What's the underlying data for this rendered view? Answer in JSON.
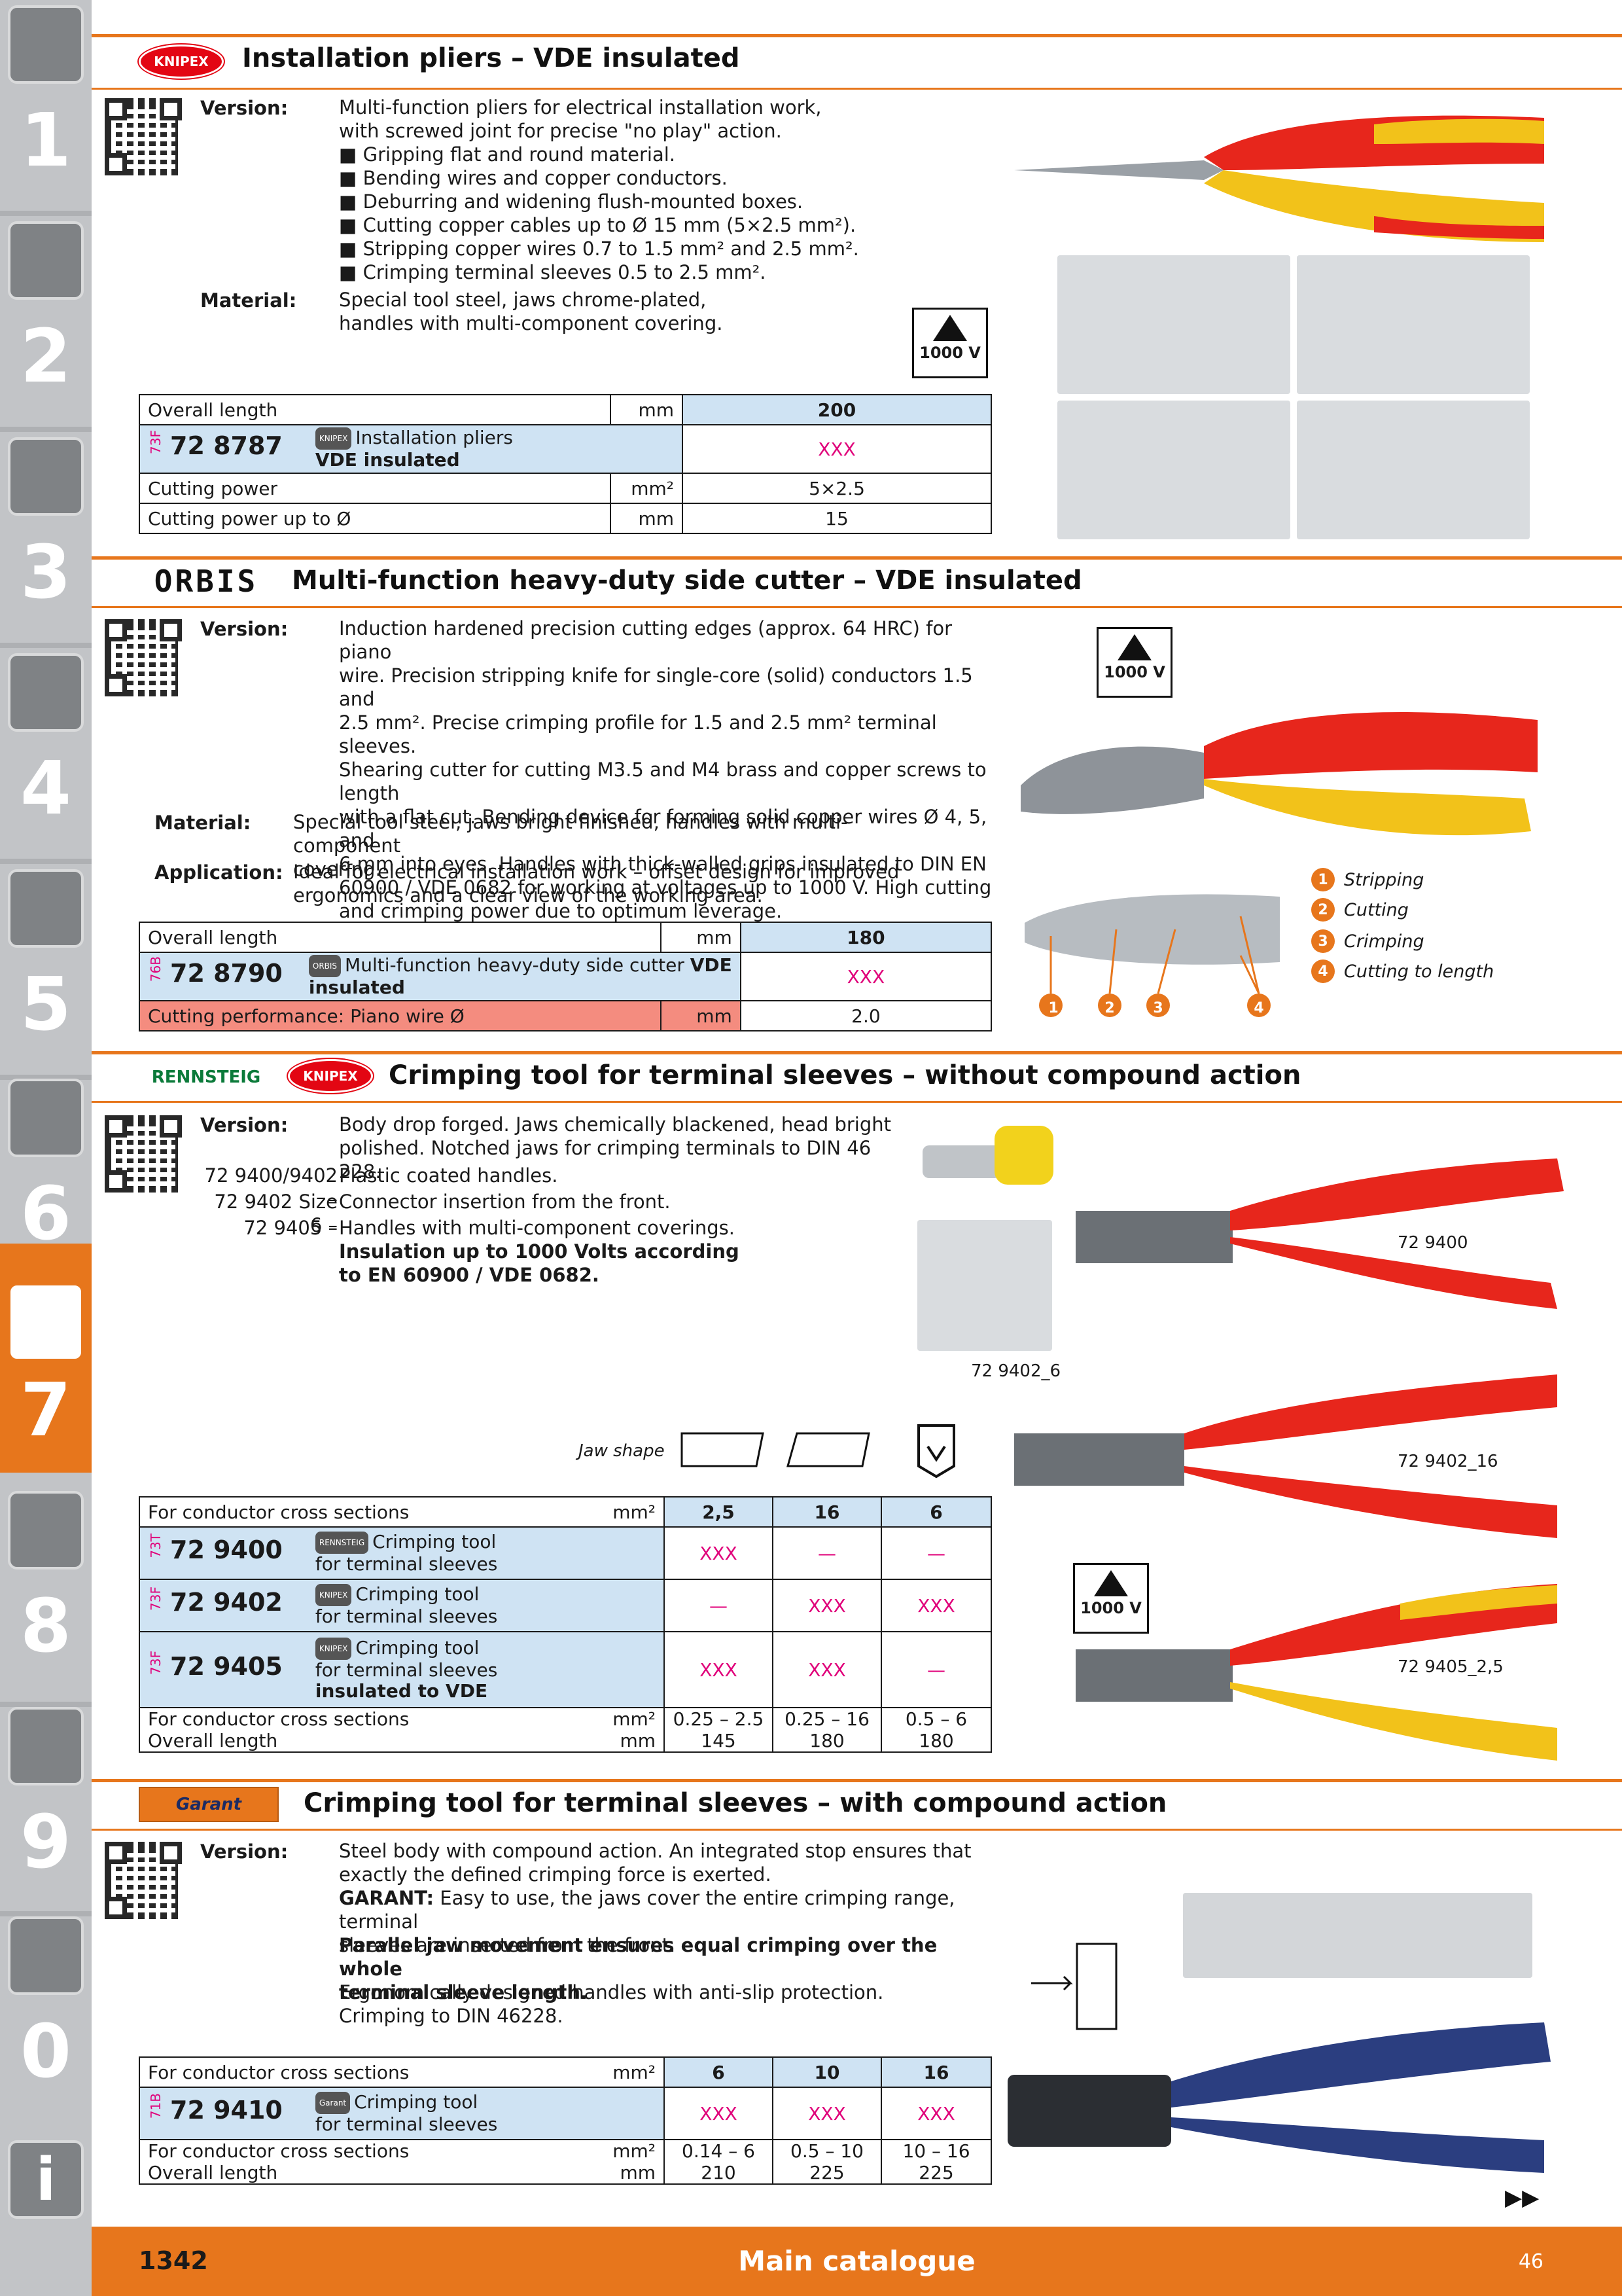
{
  "sidebar": {
    "tabs": [
      "1",
      "2",
      "3",
      "4",
      "5",
      "6",
      "7",
      "8",
      "9",
      "0",
      "i"
    ],
    "active": "7"
  },
  "sections": {
    "s1": {
      "brand": "KNIPEX",
      "title": "Installation pliers – VDE insulated",
      "version_label": "Version:",
      "version_text": "Multi-function pliers for electrical installation work,\nwith screwed joint for precise \"no play\" action.\n■ Gripping flat and round material.\n■ Bending wires and copper conductors.\n■ Deburring and widening flush-mounted boxes.\n■ Cutting copper cables up to Ø 15 mm (5×2.5 mm²).\n■ Stripping copper wires 0.7 to 1.5 mm² and 2.5 mm².\n■ Crimping terminal sleeves 0.5 to 2.5 mm².",
      "material_label": "Material:",
      "material_text": "Special tool steel, jaws chrome-plated,\nhandles with multi-component covering.",
      "vde_badge": "1000 V",
      "table": {
        "overall_length": "Overall length",
        "unit_mm": "mm",
        "length_val": "200",
        "prefix": "73F",
        "article": "72 8787",
        "brand_mini": "KNIPEX",
        "desc1": "Installation pliers",
        "desc2": "VDE insulated",
        "price": "XXX",
        "row3_label": "Cutting power",
        "row3_unit": "mm²",
        "row3_val": "5×2.5",
        "row4_label": "Cutting power up to Ø",
        "row4_unit": "mm",
        "row4_val": "15"
      }
    },
    "s2": {
      "brand": "ORBIS",
      "title": "Multi-function heavy-duty side cutter – VDE insulated",
      "version_label": "Version:",
      "version_text": "Induction hardened precision cutting edges (approx. 64 HRC) for piano\nwire. Precision stripping knife for single-core (solid) conductors 1.5 and\n2.5 mm². Precise crimping profile for 1.5 and 2.5 mm² terminal sleeves.\nShearing cutter for cutting M3.5 and M4 brass and copper screws to length\nwith a flat cut. Bending device for forming solid copper wires Ø 4, 5, and\n6 mm into eyes. Handles with thick-walled grips insulated to DIN EN\n60900 / VDE 0682 for working at voltages up to 1000 V. High cutting\nand crimping power due to optimum leverage.",
      "material_label": "Material:",
      "material_text": "Special tool steel, jaws bright finished, handles with multi-component\ncovering.",
      "application_label": "Application:",
      "application_text": "Ideal for electrical installation work – offset design for improved\nergonomics and a clear view of the working area.",
      "vde_badge": "1000 V",
      "legend": [
        "Stripping",
        "Cutting",
        "Crimping",
        "Cutting to length"
      ],
      "legend_nums": [
        "1",
        "2",
        "3",
        "4"
      ],
      "table": {
        "overall_length": "Overall length",
        "unit_mm": "mm",
        "length_val": "180",
        "prefix": "76B",
        "article": "72 8790",
        "brand_mini": "ORBIS",
        "desc1": "Multi-function heavy-duty side cutter",
        "desc1b": "VDE",
        "desc2": "insulated",
        "price": "XXX",
        "row3_label": "Cutting performance: Piano wire Ø",
        "row3_unit": "mm",
        "row3_val": "2.0"
      }
    },
    "s3": {
      "brand1": "RENNSTEIG",
      "brand2": "KNIPEX",
      "title": "Crimping tool for terminal sleeves – without compound action",
      "version_label": "Version:",
      "version_text": "Body drop forged. Jaws chemically blackened, head bright\npolished. Notched jaws for crimping terminals to DIN 46 228.",
      "v1_label": "72 9400/9402 –",
      "v1_text": "Plastic coated handles.",
      "v2_label": "72 9402 Size 6 –",
      "v2_text": "Connector insertion from the front.",
      "v3_label": "72 9405 –",
      "v3_text": "Handles with multi-component coverings.",
      "v3_bold": "Insulation up to 1000 Volts according\nto EN 60900 / VDE 0682.",
      "jaw_shape": "Jaw shape",
      "captions": [
        "72 9402_6",
        "72 9400",
        "72 9402_16",
        "72 9405_2,5"
      ],
      "vde_badge": "1000 V",
      "table": {
        "header": "For conductor cross sections",
        "unit": "mm²",
        "cols": [
          "2,5",
          "16",
          "6"
        ],
        "rows": [
          {
            "prefix": "73T",
            "article": "72 9400",
            "brand_mini": "RENNSTEIG",
            "desc1": "Crimping tool",
            "desc2": "for terminal sleeves",
            "vals": [
              "XXX",
              "—",
              "—"
            ]
          },
          {
            "prefix": "73F",
            "article": "72 9402",
            "brand_mini": "KNIPEX",
            "desc1": "Crimping tool",
            "desc2": "for terminal sleeves",
            "vals": [
              "—",
              "XXX",
              "XXX"
            ]
          },
          {
            "prefix": "73F",
            "article": "72 9405",
            "brand_mini": "KNIPEX",
            "desc1": "Crimping tool",
            "desc2": "for terminal sleeves",
            "desc3": "insulated to VDE",
            "vals": [
              "XXX",
              "XXX",
              "—"
            ]
          }
        ],
        "foot1_label": "For conductor cross sections",
        "foot1_unit": "mm²",
        "foot1_vals": [
          "0.25 – 2.5",
          "0.25 – 16",
          "0.5 – 6"
        ],
        "foot2_label": "Overall length",
        "foot2_unit": "mm",
        "foot2_vals": [
          "145",
          "180",
          "180"
        ]
      }
    },
    "s4": {
      "brand": "Garant",
      "title": "Crimping tool for terminal sleeves – with compound action",
      "version_label": "Version:",
      "version_text": "Steel body with compound action. An integrated stop ensures that\nexactly the defined crimping force is exerted.",
      "garant_bold": "GARANT:",
      "garant_text": " Easy to use, the jaws cover the entire crimping range, terminal\nsleeves are inserted from the front.",
      "parallel_bold": "Parallel jaw movement ensures equal crimping over the whole\nterminal sleeve length.",
      "tail_text": "Ergonomically designed handles with anti-slip protection.\nCrimping to DIN 46228.",
      "table": {
        "header": "For conductor cross sections",
        "unit": "mm²",
        "cols": [
          "6",
          "10",
          "16"
        ],
        "prefix": "71B",
        "article": "72 9410",
        "brand_mini": "Garant",
        "desc1": "Crimping tool",
        "desc2": "for terminal sleeves",
        "vals": [
          "XXX",
          "XXX",
          "XXX"
        ],
        "foot1_label": "For conductor cross sections",
        "foot1_unit": "mm²",
        "foot1_vals": [
          "0.14 – 6",
          "0.5 – 10",
          "10 – 16"
        ],
        "foot2_label": "Overall length",
        "foot2_unit": "mm",
        "foot2_vals": [
          "210",
          "225",
          "225"
        ]
      }
    }
  },
  "footer": {
    "page": "1342",
    "center": "Main catalogue",
    "right": "46"
  },
  "next_arrow": "▶▶",
  "colors": {
    "orange": "#e7761c",
    "price": "#e0007a",
    "blue": "#cfe3f3",
    "salmon": "#f48c7f"
  }
}
